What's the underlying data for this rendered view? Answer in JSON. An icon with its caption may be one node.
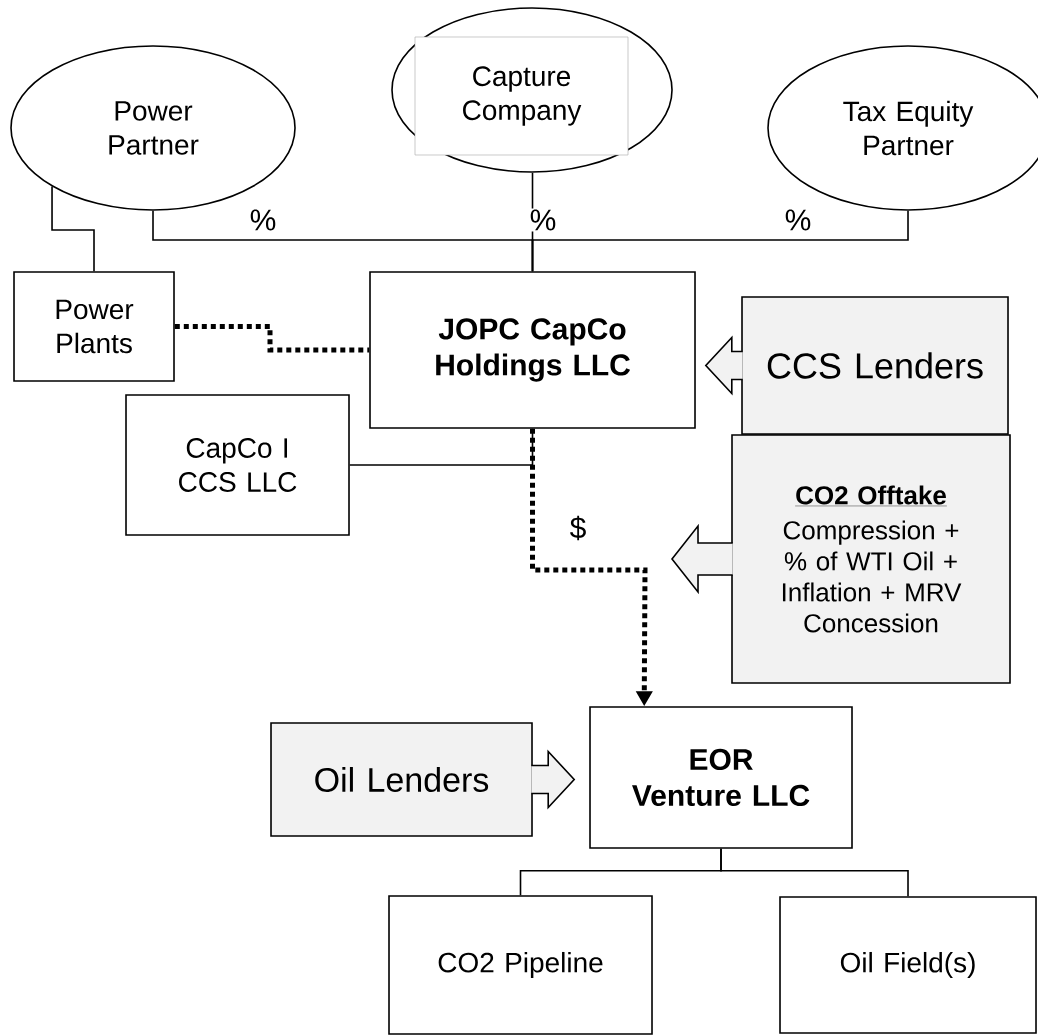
{
  "diagram": {
    "nodes": [
      {
        "text": [
          "Power Partner"
        ]
      },
      {
        "text": [
          "Capture Company"
        ]
      },
      {
        "text": [
          "Tax Equity Partner"
        ]
      },
      {
        "text": [
          "Power Plants"
        ]
      },
      {
        "text": [
          "JOPC CapCo Holdings LLC"
        ]
      },
      {
        "text": [
          "CCS Lenders"
        ]
      },
      {
        "text": [
          "CapCo I CCS LLC"
        ]
      },
      {
        "text": [
          "CO2 Offtake",
          "Compression + % of WTI Oil + Inflation + MRV Concession"
        ]
      },
      {
        "text": [
          "Oil Lenders"
        ]
      },
      {
        "text": [
          "EOR Venture LLC"
        ]
      },
      {
        "text": [
          "CO2 Pipeline"
        ]
      },
      {
        "text": [
          "Oil Field(s)"
        ]
      }
    ],
    "edges": [
      {
        "from": 0,
        "to": 4,
        "arrow": "none",
        "label": "%"
      },
      {
        "from": 1,
        "to": 4,
        "arrow": "none",
        "label": "%"
      },
      {
        "from": 2,
        "to": 4,
        "arrow": "none",
        "label": "%"
      },
      {
        "from": 0,
        "to": 3,
        "arrow": "none"
      },
      {
        "from": 3,
        "to": 4,
        "arrow": "none",
        "style": "dashed"
      },
      {
        "from": 5,
        "to": 4,
        "arrow": "to"
      },
      {
        "from": 4,
        "to": 6,
        "arrow": "none"
      },
      {
        "from": 4,
        "to": 9,
        "arrow": "to",
        "style": "dashed",
        "label": "$"
      },
      {
        "from": 7,
        "to": null,
        "arrow": "to"
      },
      {
        "from": 8,
        "to": 9,
        "arrow": "to"
      },
      {
        "from": 9,
        "to": 10,
        "arrow": "none"
      },
      {
        "from": 9,
        "to": 11,
        "arrow": "none"
      }
    ]
  }
}
